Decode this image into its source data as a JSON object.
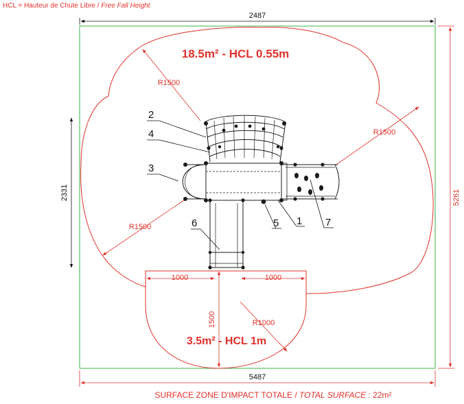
{
  "header": {
    "definition": "HCL = Hauteur de Chute Libre / ",
    "definition_en": "Free Fall Height"
  },
  "dimensions": {
    "top_width": "2487",
    "total_width": "5487",
    "left_height": "2331",
    "right_height": "5261",
    "slide_left": "1000",
    "slide_right": "1000",
    "slide_length": "1500"
  },
  "radii": {
    "upper_left": "R1500",
    "right": "R1500",
    "lower_left": "R1500",
    "slide": "R1000"
  },
  "zones": {
    "upper": "18.5m² - HCL 0.55m",
    "lower": "3.5m² - HCL 1m"
  },
  "callouts": [
    "1",
    "2",
    "3",
    "4",
    "5",
    "6",
    "7"
  ],
  "footer": {
    "total_fr": "SURFACE ZONE D'IMPACT TOTALE / ",
    "total_en": "TOTAL SURFACE",
    "total_value": " : 22m²"
  },
  "colors": {
    "zone_line": "#e0302a",
    "boundary": "#3cb043",
    "structure": "#1a1a1a"
  }
}
